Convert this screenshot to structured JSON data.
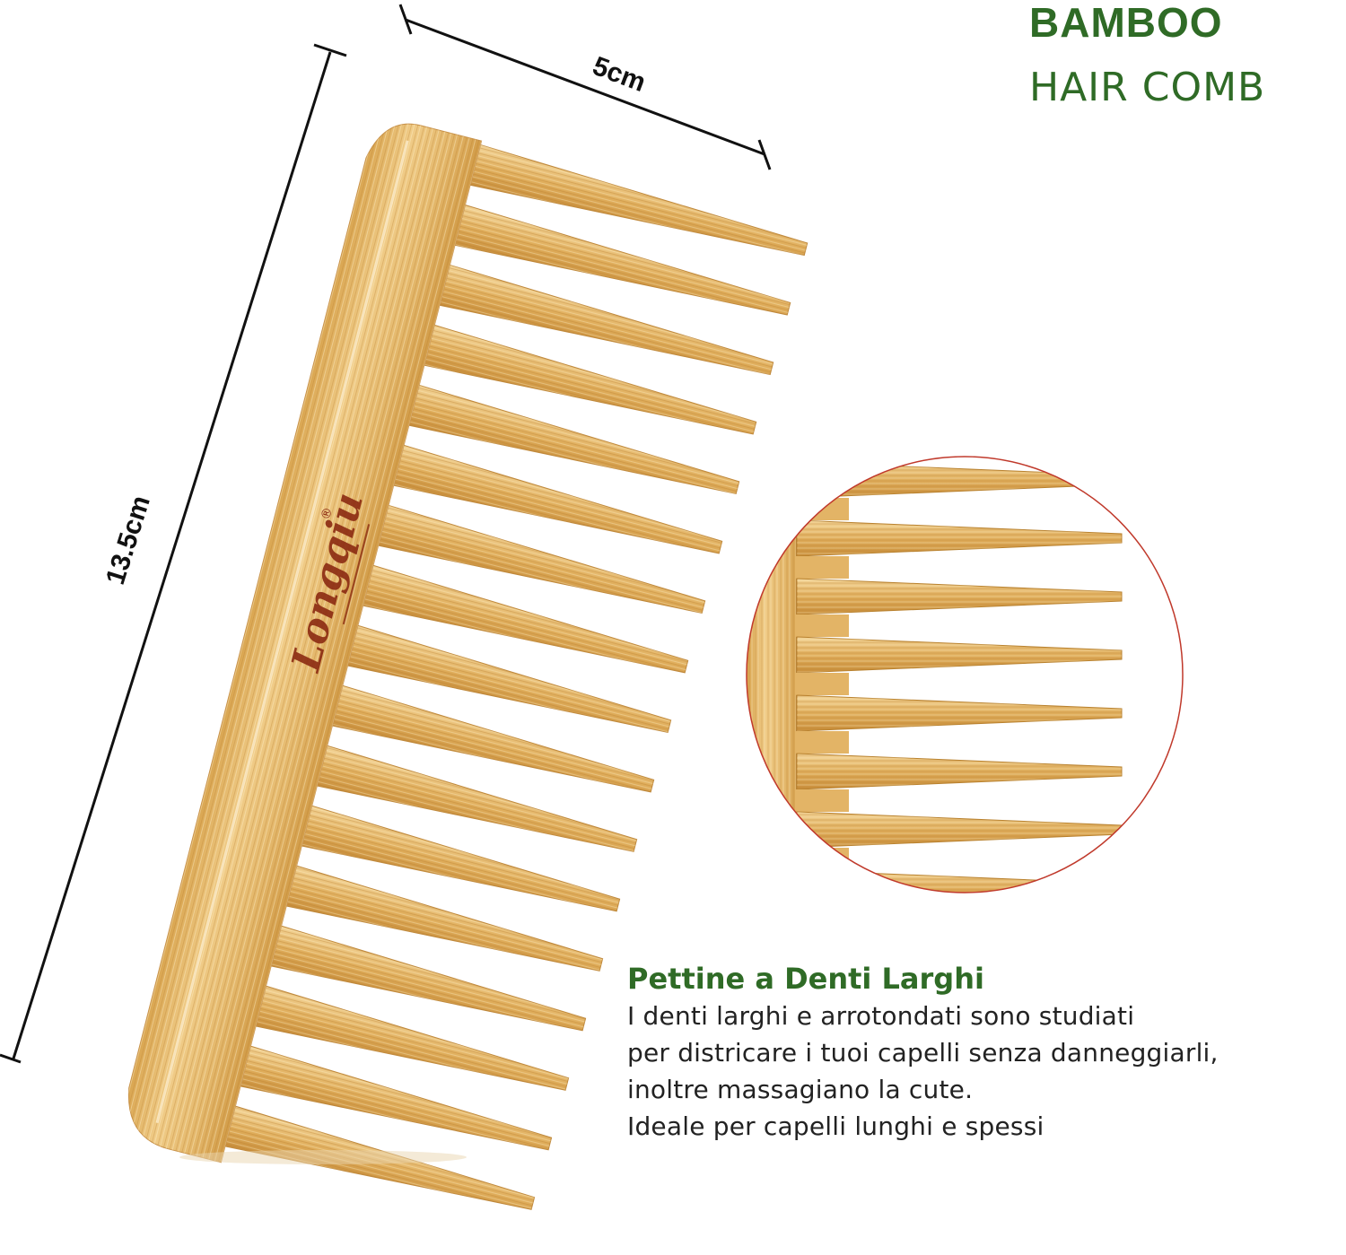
{
  "title": {
    "line1": "BAMBOO",
    "line2": "HAIR COMB",
    "color": "#2f6b26"
  },
  "dimensions": {
    "width_label": "5cm",
    "length_label": "13.5cm"
  },
  "brand": {
    "logo_text": "Longqiu",
    "registered_mark": "®",
    "logo_color": "#8b2a12"
  },
  "product_image": {
    "subject": "bamboo wide-tooth comb",
    "tooth_count": 17,
    "wood_color": "#e2b76a"
  },
  "detail_circle": {
    "subject": "close-up of comb teeth",
    "border_color": "#c0392b"
  },
  "description": {
    "heading": "Pettine a Denti Larghi",
    "lines": [
      "I denti larghi e arrotondati sono studiati",
      "per districare i tuoi capelli senza danneggiarli,",
      "inoltre massagiano la cute.",
      "Ideale per capelli lunghi e spessi"
    ]
  }
}
